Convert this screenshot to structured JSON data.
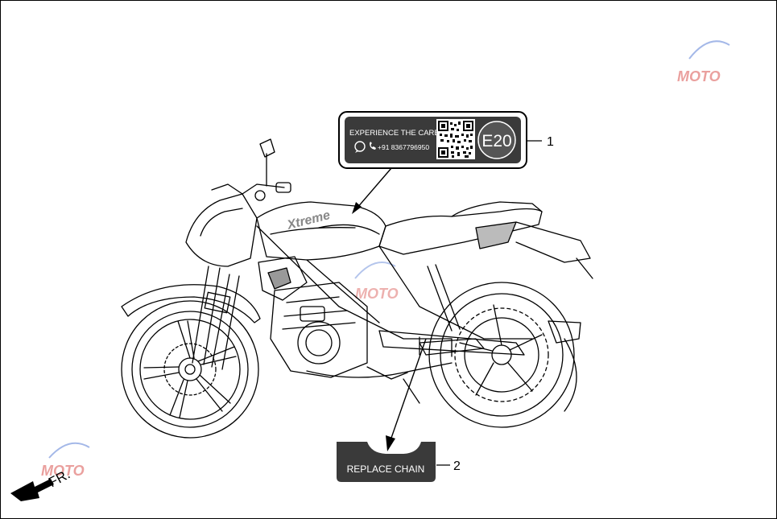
{
  "sticker_1": {
    "line1": "EXPERIENCE THE CARE",
    "phone": "+91 8367796950",
    "badge": "E20",
    "callout": "1"
  },
  "sticker_2": {
    "text": "REPLACE CHAIN",
    "callout": "2"
  },
  "tank_logo": "Xtreme",
  "direction_label": "FR.",
  "watermark": "MOTO",
  "colors": {
    "line": "#000000",
    "sticker_dark": "#3a3a3a",
    "badge_gray": "#555555",
    "watermark_red": "#d9534f",
    "watermark_blue": "#5b7fd6"
  }
}
